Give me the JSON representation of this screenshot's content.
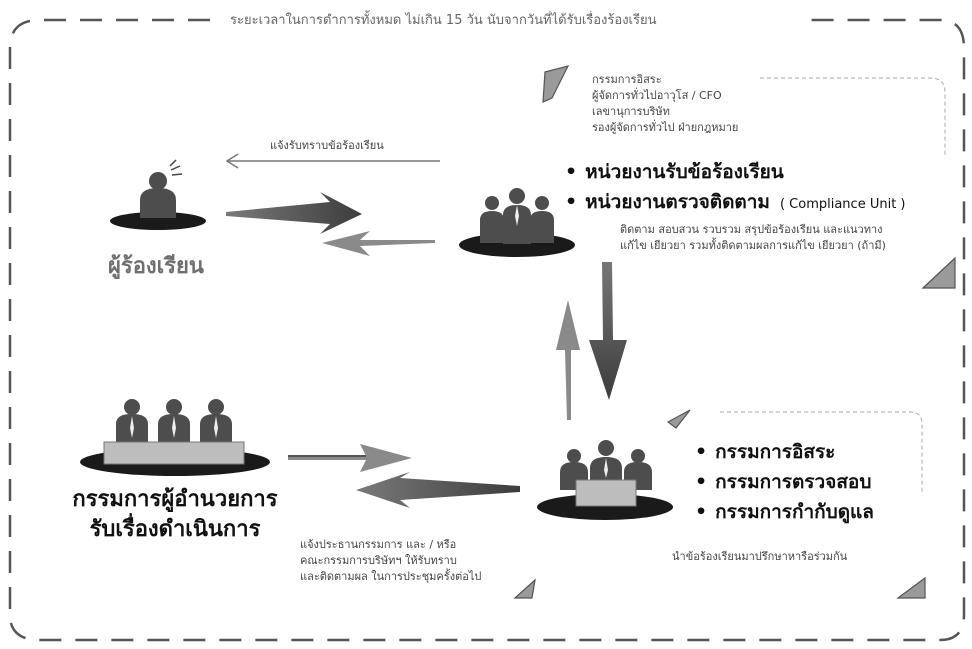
{
  "header": {
    "timeline_text": "ระยะเวลาในการดำการทั้งหมด ไม่เกิน 15 วัน นับจากวันที่ได้รับเรื่องร้องเรียน"
  },
  "complainant": {
    "label": "ผู้ร้องเรียน",
    "ack_text": "แจ้งรับทราบข้อร้องเรียน"
  },
  "receiving_unit": {
    "signers": [
      "กรรมการอิสระ",
      "ผู้จัดการทั่วไปอาวุโส / CFO",
      "เลขานุการบริษัท",
      "รองผู้จัดการทั่วไป ฝ่ายกฎหมาย"
    ],
    "units": [
      {
        "name": "หน่วยงานรับข้อร้องเรียน",
        "sub": ""
      },
      {
        "name": "หน่วยงานตรวจติดตาม",
        "sub": "( Compliance Unit )"
      }
    ],
    "duties": [
      "ติดตาม สอบสวน รวบรวม สรุปข้อร้องเรียน และแนวทาง",
      "แก้ไข เยียวยา รวมทั้งติดตามผลการแก้ไข เยียวยา (ถ้ามี)"
    ]
  },
  "committee": {
    "members": [
      "กรรมการอิสระ",
      "กรรมการตรวจสอบ",
      "กรรมการกำกับดูแล"
    ],
    "note": "นำข้อร้องเรียนมาปรึกษาหารือร่วมกัน"
  },
  "management": {
    "label_lines": [
      "กรรมการผู้อำนวยการ",
      "รับเรื่องดำเนินการ"
    ],
    "report_lines": [
      "แจ้งประธานกรรมการ และ / หรือ",
      "คณะกรรมการบริษัทฯ ให้รับทราบ",
      "และติดตามผล ในการประชุมครั้งต่อไป"
    ]
  },
  "colors": {
    "frame": "#555555",
    "figure": "#4d4d4d",
    "dark_arrow": "#505050",
    "light_arrow": "#8a8a8a",
    "table": "#bdbdbd"
  }
}
